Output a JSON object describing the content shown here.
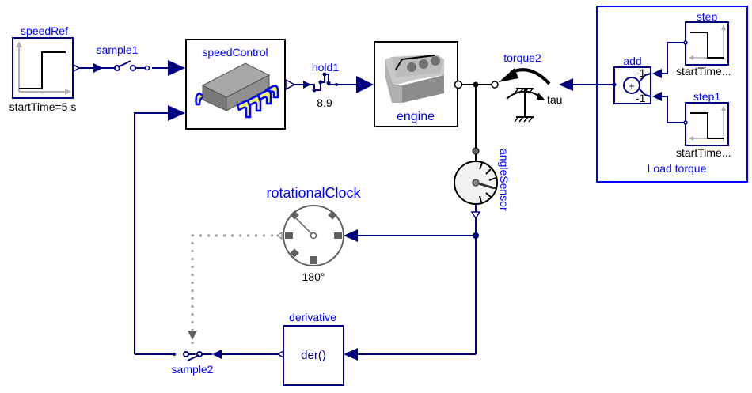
{
  "diagram": {
    "components": {
      "speedRef": {
        "name": "speedRef",
        "param": "startTime=5 s"
      },
      "sample1": {
        "name": "sample1"
      },
      "speedControl": {
        "name": "speedControl"
      },
      "hold1": {
        "name": "hold1",
        "param": "8.9"
      },
      "engine": {
        "name": "engine",
        "label": "engine"
      },
      "torque2": {
        "name": "torque2",
        "port": "tau"
      },
      "add": {
        "name": "add",
        "gain1": "-1",
        "gain2": "-1",
        "symbol": "+"
      },
      "step": {
        "name": "step",
        "param": "startTime..."
      },
      "step1": {
        "name": "step1",
        "param": "startTime..."
      },
      "loadTorque": {
        "label": "Load torque"
      },
      "angleSensor": {
        "name": "angleSensor"
      },
      "rotationalClock": {
        "name": "rotationalClock",
        "param": "180°"
      },
      "derivative": {
        "name": "derivative",
        "label": "der()"
      },
      "sample2": {
        "name": "sample2"
      }
    },
    "colors": {
      "signal_wire": "#00007f",
      "label": "#0000ff",
      "mechanical": "#000000",
      "clock_wire": "#a0a0a0"
    }
  }
}
